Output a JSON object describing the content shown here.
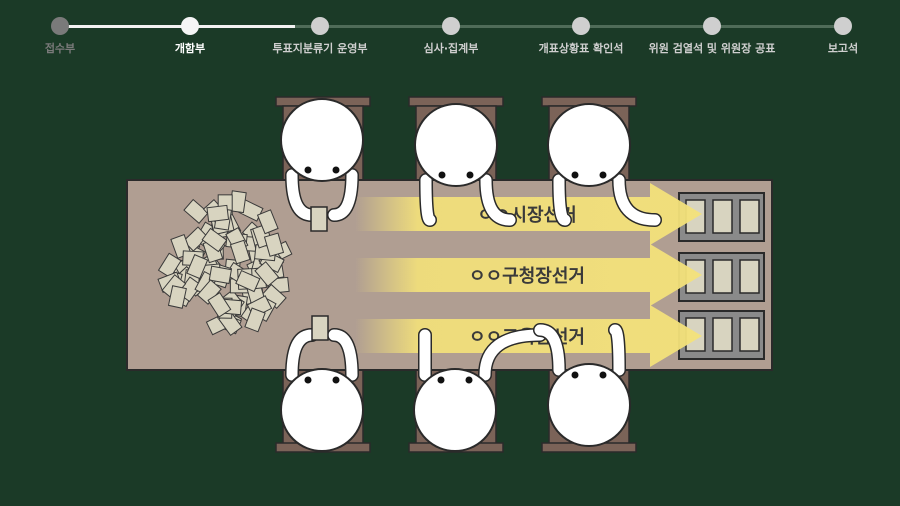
{
  "stepper": {
    "progress_fraction": 0.3,
    "steps": [
      {
        "label": "접수부",
        "state": "done"
      },
      {
        "label": "개함부",
        "state": "current"
      },
      {
        "label": "투표지분류기 운영부",
        "state": "upcoming"
      },
      {
        "label": "심사·집계부",
        "state": "upcoming"
      },
      {
        "label": "개표상황표 확인석",
        "state": "upcoming"
      },
      {
        "label": "위원 검열석 및 위원장 공표",
        "state": "upcoming"
      },
      {
        "label": "보고석",
        "state": "upcoming"
      }
    ]
  },
  "scene": {
    "arrows": [
      {
        "label": "ㅇㅇ시장선거"
      },
      {
        "label": "ㅇㅇ구청장선거"
      },
      {
        "label": "ㅇㅇ교육감선거"
      }
    ],
    "colors": {
      "table": "#b09e92",
      "arrow": "#f4e27a",
      "chair": "#7b6358",
      "box": "#8a8a8a",
      "slot": "#d8d4c0"
    }
  }
}
